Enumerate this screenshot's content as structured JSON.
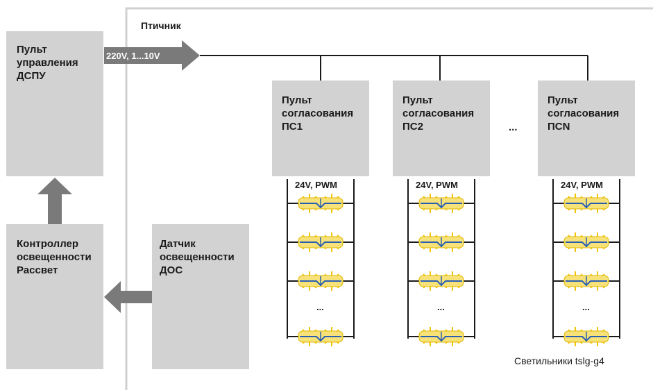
{
  "house_label": "Птичник",
  "dspu": {
    "title": "Пульт\nуправления\nДСПУ"
  },
  "controller": {
    "title": "Контроллер\nосвещенности\nРассвет"
  },
  "sensor": {
    "title": "Датчик\nосвещенности\nДОС"
  },
  "feed_label": "220V, 1...10V",
  "matching_panels": [
    {
      "title": "Пульт\nсогласования\nПС1",
      "output_label": "24V, PWM",
      "ellipsis": "..."
    },
    {
      "title": "Пульт\nсогласования\nПС2",
      "output_label": "24V, PWM",
      "ellipsis": "..."
    },
    {
      "title": "Пульт\nсогласования\nПСN",
      "output_label": "24V, PWM",
      "ellipsis": "..."
    }
  ],
  "panels_ellipsis": "...",
  "luminaires_caption": "Светильники tslg-g4",
  "colors": {
    "box": "#d2d2d2",
    "arrow": "#7a7a7a",
    "line": "#1a1a1a",
    "divider": "#d0d0d0",
    "lamp_body": "#f7e27a",
    "lamp_ray": "#f2c400",
    "lamp_wire": "#2a5fb0"
  },
  "icons": {
    "lamp": "led-luminaire-icon"
  }
}
